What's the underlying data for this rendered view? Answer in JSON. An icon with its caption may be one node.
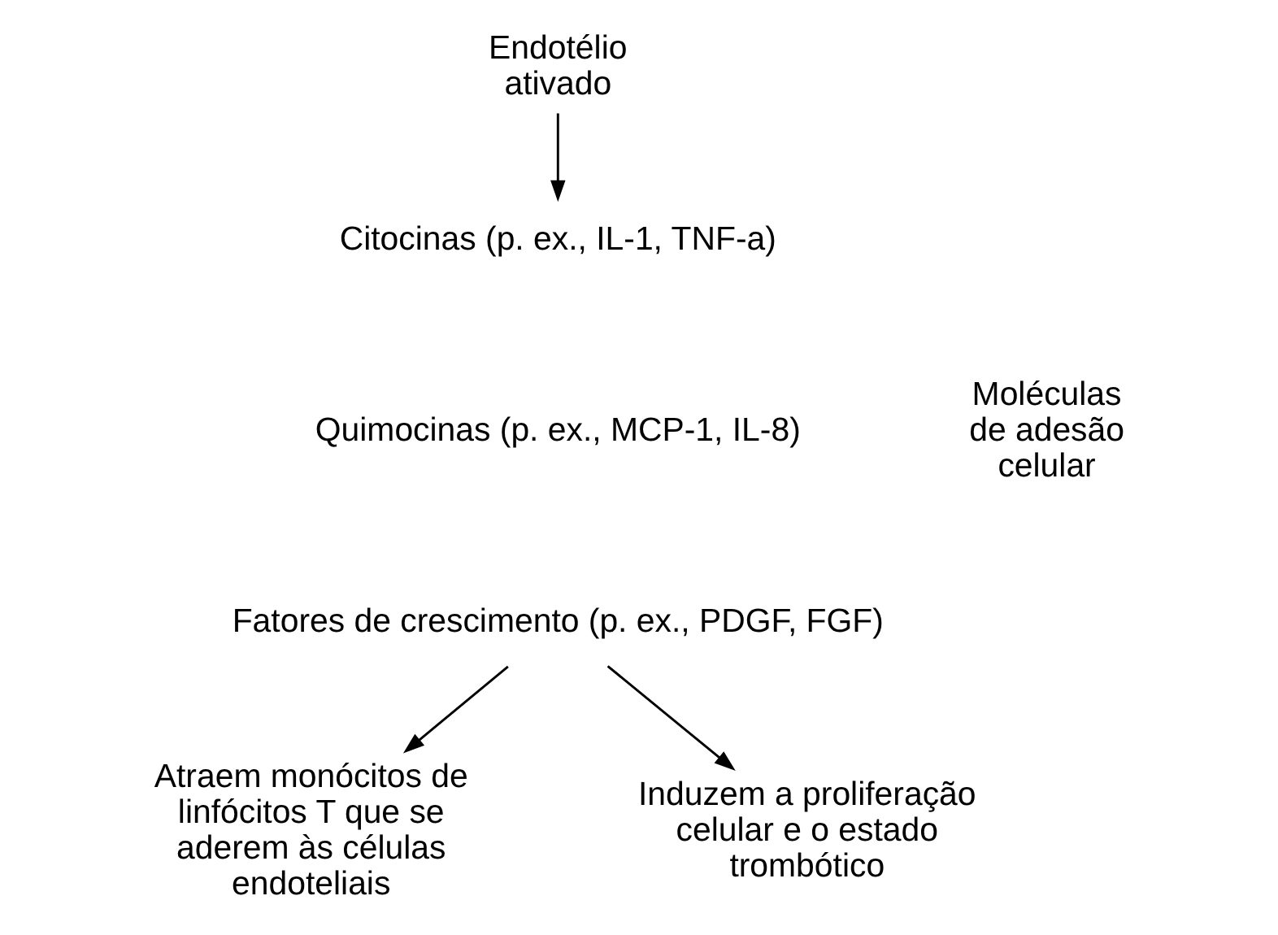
{
  "diagram": {
    "nodes": [
      {
        "text": [
          "Endotélio ativado"
        ]
      },
      {
        "text": [
          "Citocinas (p. ex., IL-1, TNF-a)"
        ]
      },
      {
        "text": [
          "Quimocinas (p. ex., MCP-1, IL-8)"
        ]
      },
      {
        "text": [
          "Fatores de crescimento (p. ex., PDGF, FGF)"
        ]
      },
      {
        "text": [
          "Atraem monócitos de linfócitos T que se aderem às células endoteliais"
        ]
      },
      {
        "text": [
          "Induzem a proliferação celular e o estado trombótico"
        ]
      }
    ],
    "edges": [
      {
        "from": 0,
        "to": 1,
        "arrow": "to"
      },
      {
        "from": 3,
        "to": 4,
        "arrow": "to"
      },
      {
        "from": 3,
        "to": 5,
        "arrow": "to"
      }
    ],
    "labels": [
      "Moléculas de adesão celular"
    ]
  }
}
